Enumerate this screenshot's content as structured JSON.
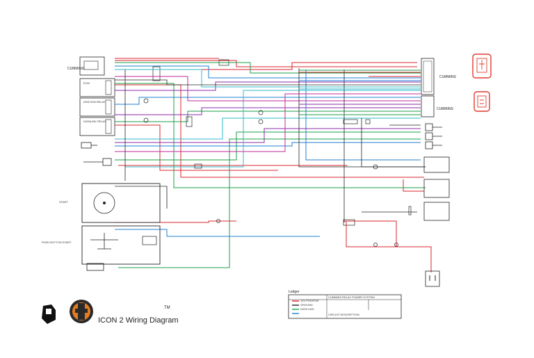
{
  "title": "ICON 2 Wiring Diagram",
  "trademark": "TM",
  "ledger": {
    "heading": "Ledger",
    "rows": [
      "12V POSITIVE",
      "GROUND",
      "DATA LINK",
      "CIRCUIT DESCRIPTION"
    ],
    "box_label": "CUMMINS RELAY POWER SYSTEM"
  },
  "components": {
    "thermostat": "CUMMINS",
    "ecm_right": "CUMMINS",
    "module_labels": [
      "ECM",
      "IGNITION RELAY",
      "DATALINK RELAY"
    ],
    "starter_blocks": [
      "START",
      "PUSH BUTTON START"
    ]
  },
  "colors": {
    "red": "#d9262c",
    "green": "#1a9e4a",
    "blue": "#1f7fd1",
    "purple": "#8a2aa8",
    "cyan": "#2fb9c9",
    "magenta": "#c2289a",
    "black": "#222222",
    "accent": "#e03a2e"
  }
}
